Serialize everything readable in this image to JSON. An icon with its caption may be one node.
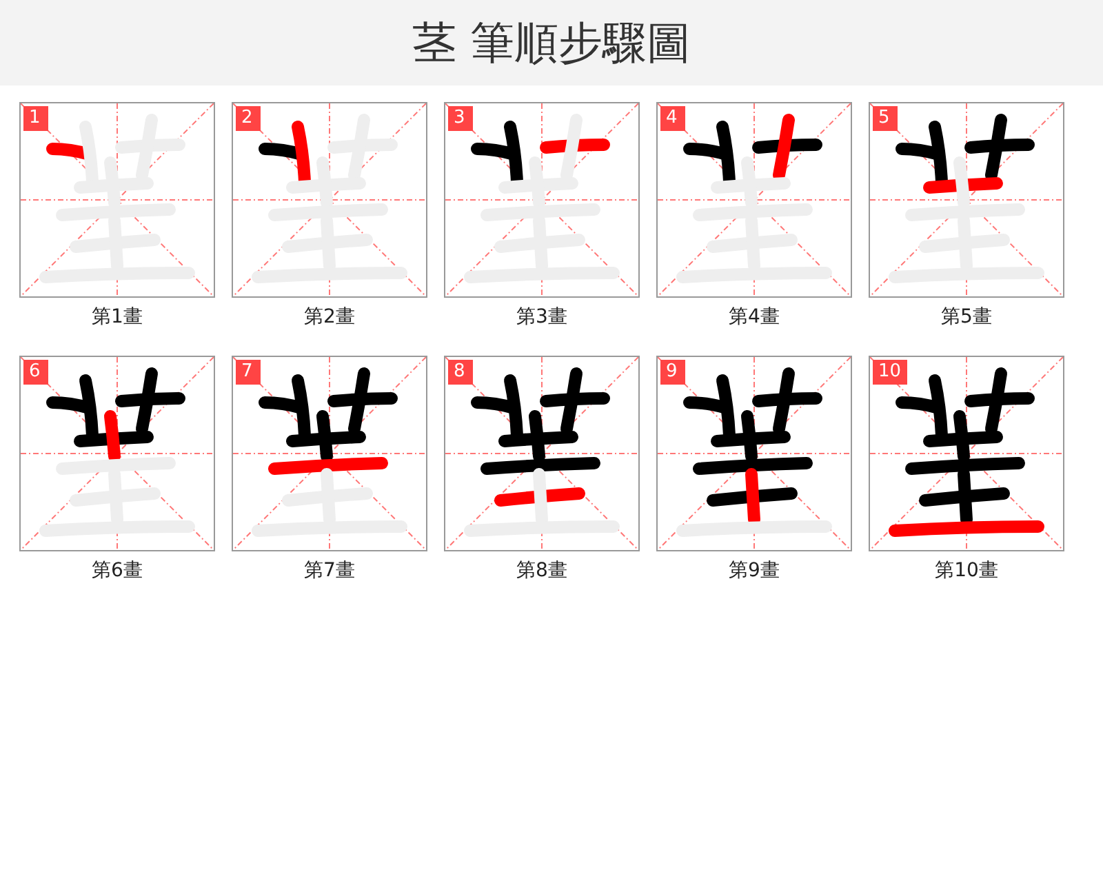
{
  "diagram": {
    "title": "茎 筆順步驟圖",
    "nodes": [
      {
        "text": [
          "1"
        ],
        "beside": [
          "第1畫"
        ]
      },
      {
        "text": [
          "2"
        ],
        "beside": [
          "第2畫"
        ]
      },
      {
        "text": [
          "3"
        ],
        "beside": [
          "第3畫"
        ]
      },
      {
        "text": [
          "4"
        ],
        "beside": [
          "第4畫"
        ]
      },
      {
        "text": [
          "5"
        ],
        "beside": [
          "第5畫"
        ]
      },
      {
        "text": [
          "6"
        ],
        "beside": [
          "第6畫"
        ]
      },
      {
        "text": [
          "7"
        ],
        "beside": [
          "第7畫"
        ]
      },
      {
        "text": [
          "8"
        ],
        "beside": [
          "第8畫"
        ]
      },
      {
        "text": [
          "9"
        ],
        "beside": [
          "第9畫"
        ]
      },
      {
        "text": [
          "10"
        ],
        "beside": [
          "第10畫"
        ]
      }
    ],
    "edges": []
  }
}
